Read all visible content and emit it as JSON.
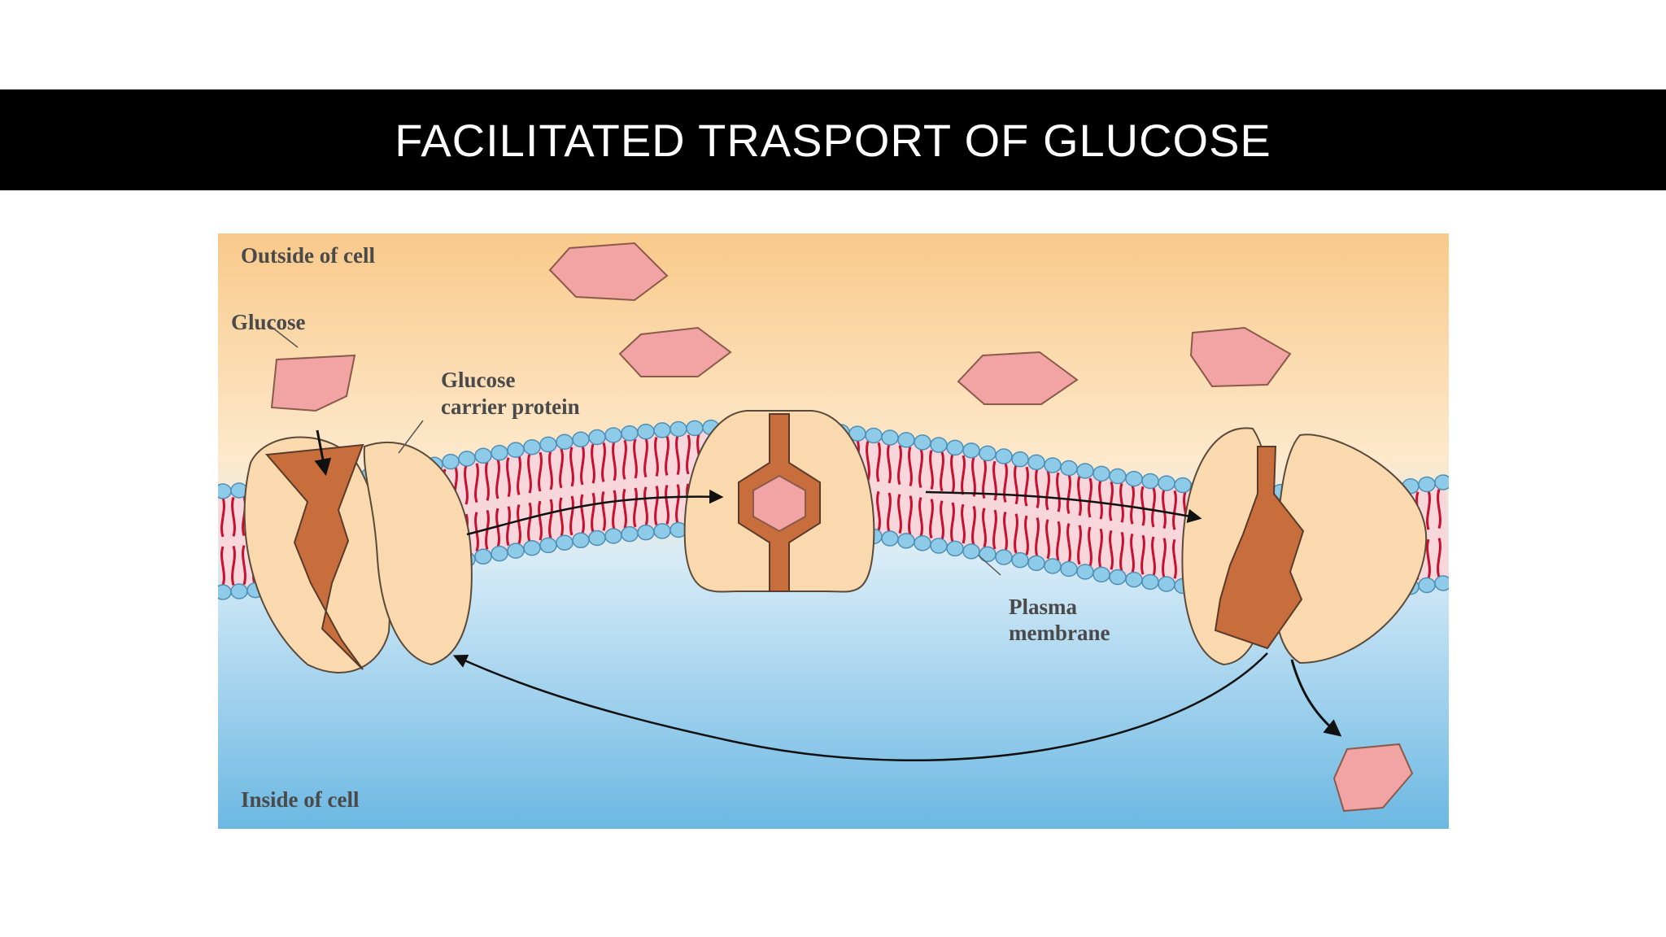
{
  "slide": {
    "title": "FACILITATED TRASPORT OF GLUCOSE"
  },
  "diagram": {
    "outside_label": "Outside of cell",
    "inside_label": "Inside of cell",
    "glucose_label": "Glucose",
    "carrier_label_line1": "Glucose",
    "carrier_label_line2": "carrier protein",
    "membrane_label_line1": "Plasma",
    "membrane_label_line2": "membrane",
    "colors": {
      "outside_top": "#f9c98a",
      "outside_mid": "#fde9cc",
      "inside_mid": "#cfe6f5",
      "inside_bottom": "#6cb8e3",
      "lipid_head": "#8ecbe9",
      "lipid_tail": "#c8102e",
      "protein": "#fbd9ae",
      "channel": "#c86e3c",
      "glucose": "#f2a4a4"
    }
  }
}
